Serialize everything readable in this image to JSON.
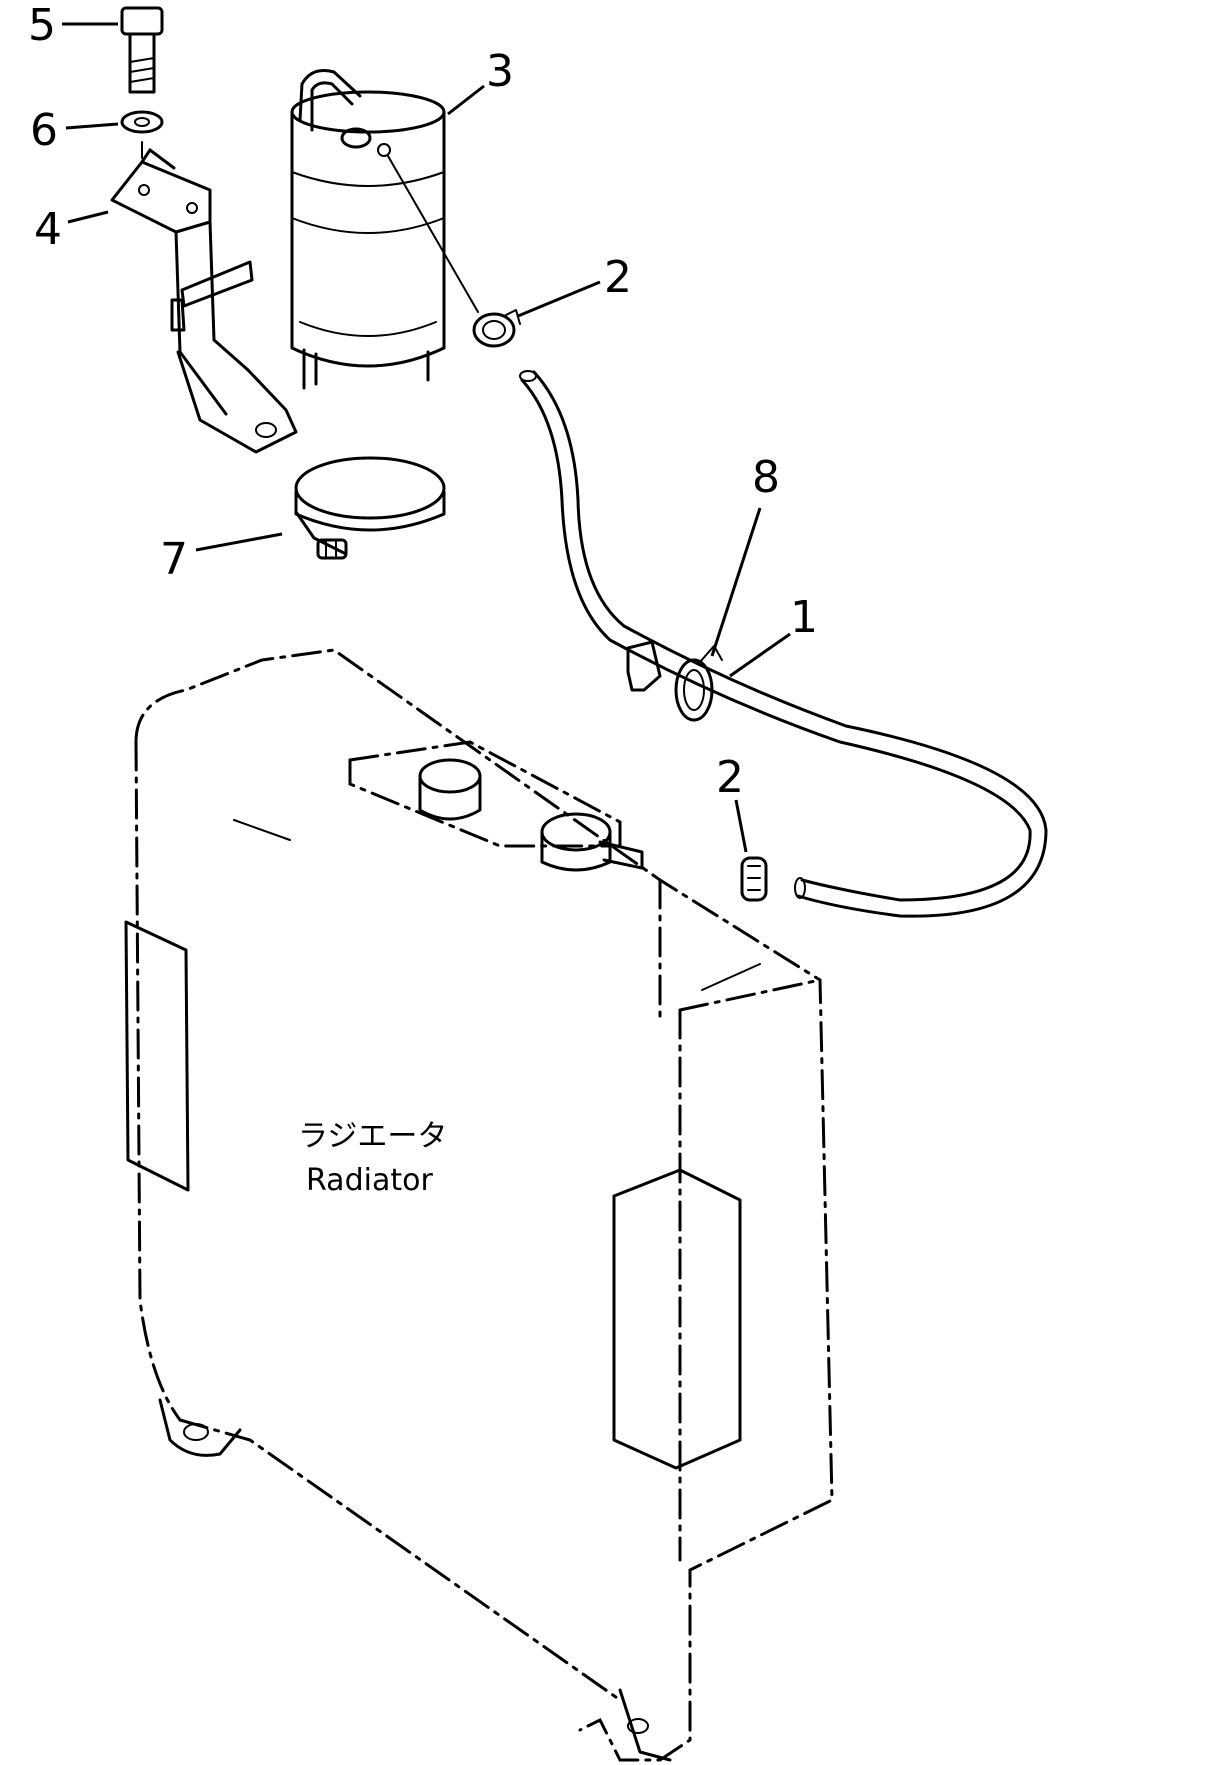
{
  "callouts": {
    "c1": "1",
    "c2a": "2",
    "c2b": "2",
    "c3": "3",
    "c4": "4",
    "c5": "5",
    "c6": "6",
    "c7": "7",
    "c8": "8"
  },
  "radiator": {
    "label_jp": "ラジエータ",
    "label_en": "Radiator"
  }
}
